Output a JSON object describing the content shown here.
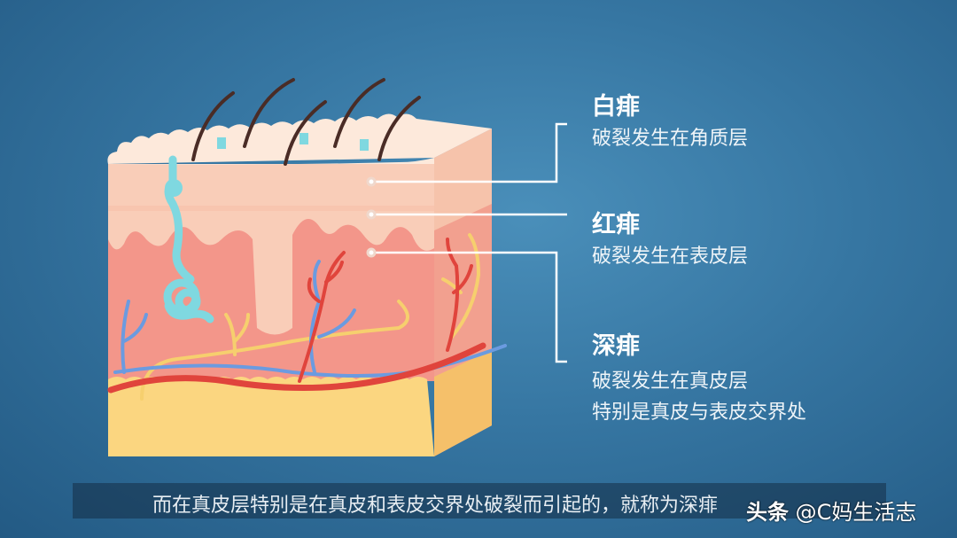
{
  "labels": [
    {
      "title": "白痱",
      "lines": [
        "破裂发生在角质层"
      ]
    },
    {
      "title": "红痱",
      "lines": [
        "破裂发生在表皮层"
      ]
    },
    {
      "title": "深痱",
      "lines": [
        "破裂发生在真皮层",
        "特别是真皮与表皮交界处"
      ]
    }
  ],
  "subtitle": "而在真皮层特别是在真皮和表皮交界处破裂而引起的，就称为深痱",
  "watermark": {
    "brand": "头条",
    "account": "@C妈生活志"
  },
  "colors": {
    "background": "#3676a2",
    "stratum_corneum": "#fde9db",
    "epidermis": "#f9cdb8",
    "dermis": "#f3968a",
    "fat": "#fbd680",
    "artery": "#e0443c",
    "vein": "#6b9be0",
    "nerve": "#f6cf6e",
    "sweat_gland": "#7fd8e0",
    "hair": "#4a2c26"
  }
}
